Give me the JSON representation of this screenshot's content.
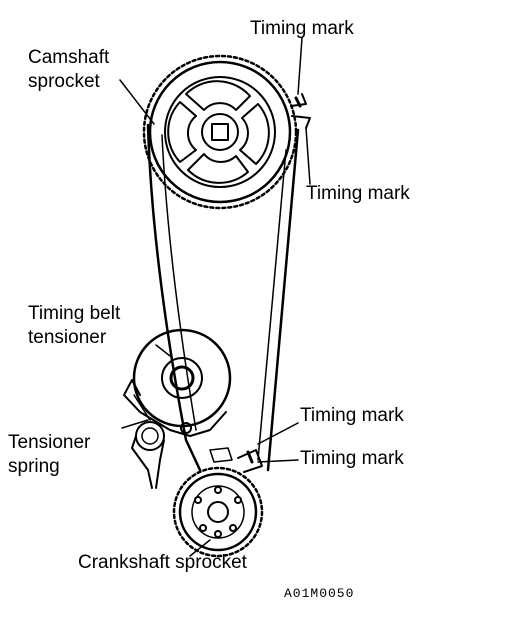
{
  "labels": {
    "timing_mark_top": "Timing mark",
    "camshaft_sprocket_1": "Camshaft",
    "camshaft_sprocket_2": "sprocket",
    "timing_mark_cam_lower": "Timing mark",
    "timing_belt_tensioner_1": "Timing belt",
    "timing_belt_tensioner_2": "tensioner",
    "timing_mark_crank_upper": "Timing mark",
    "timing_mark_crank_lower": "Timing mark",
    "tensioner_spring_1": "Tensioner",
    "tensioner_spring_2": "spring",
    "crankshaft_sprocket": "Crankshaft sprocket",
    "figure_code": "A01M0050"
  },
  "colors": {
    "ink": "#000000",
    "paper": "#ffffff"
  }
}
